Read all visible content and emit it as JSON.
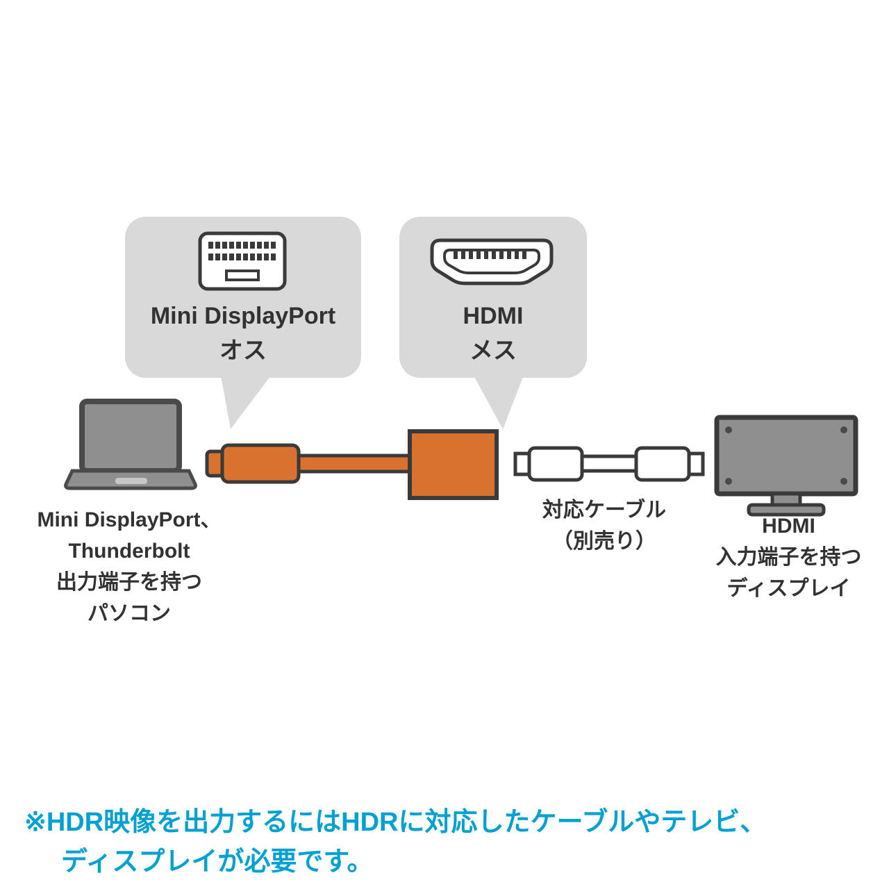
{
  "callouts": {
    "mini_dp": {
      "title": "Mini DisplayPort",
      "gender": "オス"
    },
    "hdmi": {
      "title": "HDMI",
      "gender": "メス"
    }
  },
  "labels": {
    "laptop": {
      "line1": "Mini DisplayPort、",
      "line2": "Thunderbolt",
      "line3": "出力端子を持つ",
      "line4": "パソコン"
    },
    "cable": {
      "line1": "対応ケーブル",
      "line2": "（別売り）"
    },
    "display": {
      "line1": "HDMI",
      "line2": "入力端子を持つ",
      "line3": "ディスプレイ"
    }
  },
  "note": {
    "line1": "※HDR映像を出力するにはHDRに対応したケーブルやテレビ、",
    "line2": "ディスプレイが必要です。"
  },
  "icons": {
    "mini_dp_connector": "mini-displayport-connector-icon",
    "hdmi_connector": "hdmi-connector-icon",
    "laptop": "laptop-icon",
    "adapter": "mdp-to-hdmi-adapter-icon",
    "hdmi_cable": "hdmi-cable-icon",
    "display": "display-icon"
  },
  "colors": {
    "bubble_gray": "#d9d9d9",
    "adapter_orange": "#d9722f",
    "device_gray": "#8f8f8f",
    "outline_dark": "#3a3a3a",
    "note_blue": "#00a0d2",
    "text_dark": "#323232"
  }
}
